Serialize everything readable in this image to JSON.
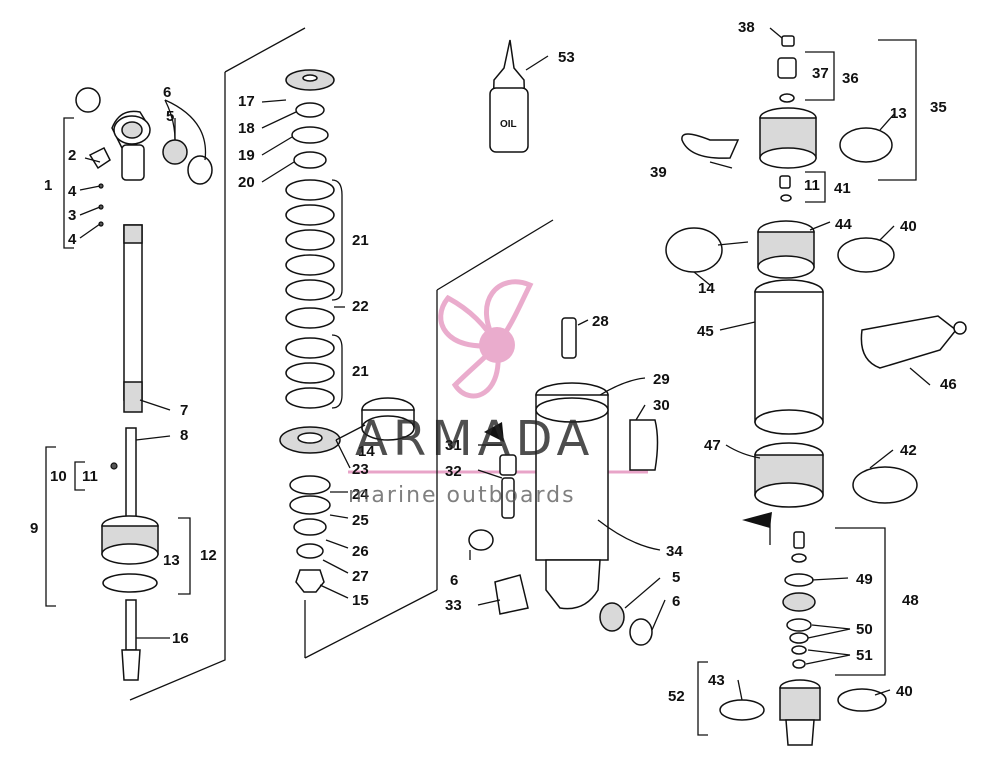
{
  "watermark": {
    "brand": "ARMADA",
    "tagline": "marine outboards",
    "logo_color": "#e8a4c8"
  },
  "bottle_text": "OIL",
  "callouts": [
    "1",
    "2",
    "3",
    "4",
    "5",
    "6",
    "7",
    "8",
    "9",
    "10",
    "11",
    "12",
    "13",
    "14",
    "15",
    "16",
    "17",
    "18",
    "19",
    "20",
    "21",
    "22",
    "23",
    "24",
    "25",
    "26",
    "27",
    "28",
    "29",
    "30",
    "31",
    "32",
    "33",
    "34",
    "35",
    "36",
    "37",
    "38",
    "39",
    "40",
    "41",
    "42",
    "43",
    "44",
    "45",
    "46",
    "47",
    "48",
    "49",
    "50",
    "51",
    "52",
    "53"
  ]
}
